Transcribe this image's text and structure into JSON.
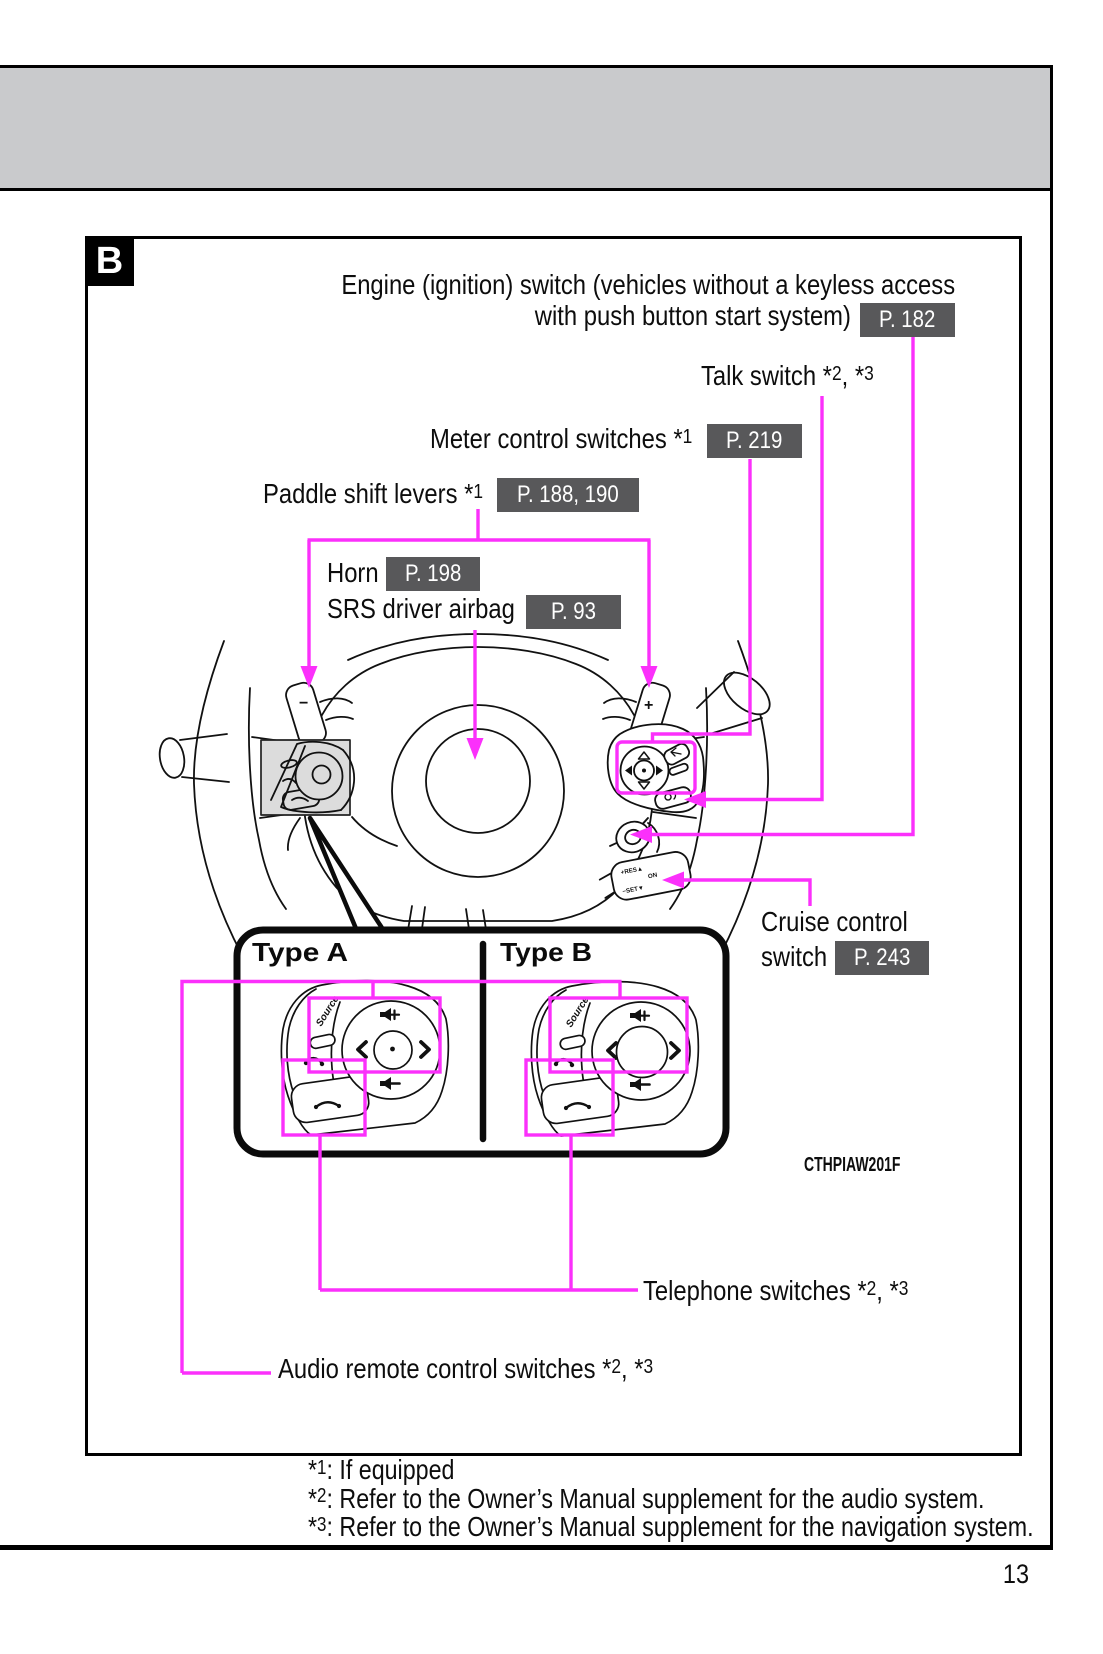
{
  "page": {
    "section_label": "B",
    "number": "13",
    "figure_code": "CTHPIAW201F"
  },
  "colors": {
    "header_bar": "#c9cacc",
    "badge_background": "#58585a",
    "callout_magenta": "#fb30fb",
    "line_art": "#111111",
    "pad_box_fill": "#dcdcdc"
  },
  "labels": {
    "engine_line1": "Engine (ignition) switch (vehicles without a keyless access",
    "engine_line2": "with push button start system)",
    "engine_page": "P. 182",
    "talk": "Talk switch *2, *3",
    "meter": "Meter control switches *1",
    "meter_page": "P. 219",
    "paddle": "Paddle shift levers *1",
    "paddle_page": "P. 188, 190",
    "horn": "Horn",
    "horn_page": "P. 198",
    "srs": "SRS driver airbag",
    "srs_page": "P. 93",
    "cruise_line1": "Cruise control",
    "cruise_line2": "switch",
    "cruise_page": "P. 243",
    "telephone": "Telephone switches *2, *3",
    "audio": "Audio remote control switches *2, *3"
  },
  "diagram": {
    "type_a": "Type A",
    "type_b": "Type B",
    "paddle_minus": "−",
    "paddle_plus": "+",
    "source": "Source",
    "cruise_markings": [
      "+RES▲",
      "ON",
      "−SET▼"
    ]
  },
  "footnotes": [
    "*1: If equipped",
    "*2: Refer to the Owner’s Manual supplement for the audio system.",
    "*3: Refer to the Owner’s Manual supplement for the navigation system."
  ]
}
